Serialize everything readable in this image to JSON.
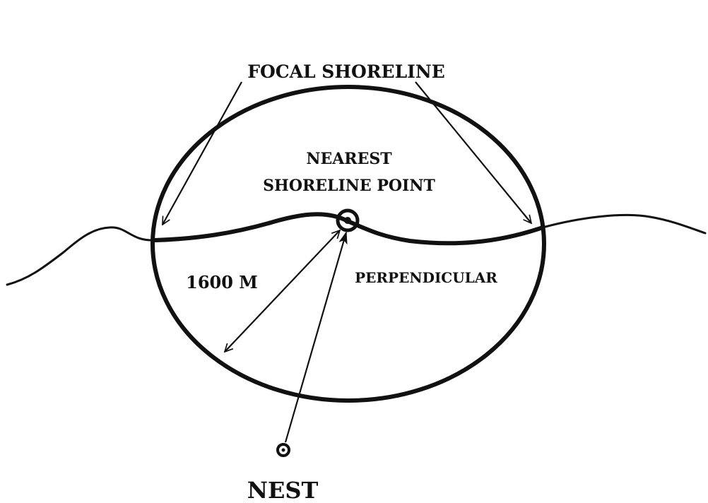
{
  "labels": {
    "focal_shoreline": "FOCAL SHORELINE",
    "nearest_line1": "NEAREST",
    "nearest_line2": "SHORELINE POINT",
    "distance": "1600 M",
    "perpendicular": "PERPENDICULAR",
    "nest": "NEST"
  },
  "colors": {
    "ink": "#111111",
    "background": "#ffffff"
  }
}
